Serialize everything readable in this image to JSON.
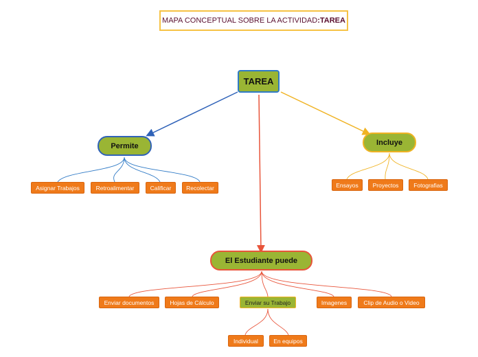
{
  "title": {
    "prefix": "MAPA CONCEPTUAL SOBRE LA ACTIVIDAD",
    "sep": ": ",
    "keyword": "TAREA"
  },
  "root": {
    "label": "TAREA"
  },
  "permite": {
    "label": "Permite",
    "children": [
      "Asignar Trabajos",
      "Retroalimentar",
      "Calificar",
      "Recolectar"
    ]
  },
  "incluye": {
    "label": "Incluye",
    "children": [
      "Ensayos",
      "Proyectos",
      "Fotografias"
    ]
  },
  "estudiante": {
    "label": "El Estudiante puede",
    "children": [
      "Enviar documentos",
      "Hojas de Cálculo",
      "Enviar su Trabajo",
      "Imagenes",
      "Clip de Audio o Video"
    ],
    "sub": [
      "Individual",
      "En equipos"
    ]
  },
  "colors": {
    "blue": "#2f62b8",
    "orange": "#f0b323",
    "red": "#e8543a",
    "green": "#9ab534",
    "leaf": "#ef7a1a"
  }
}
